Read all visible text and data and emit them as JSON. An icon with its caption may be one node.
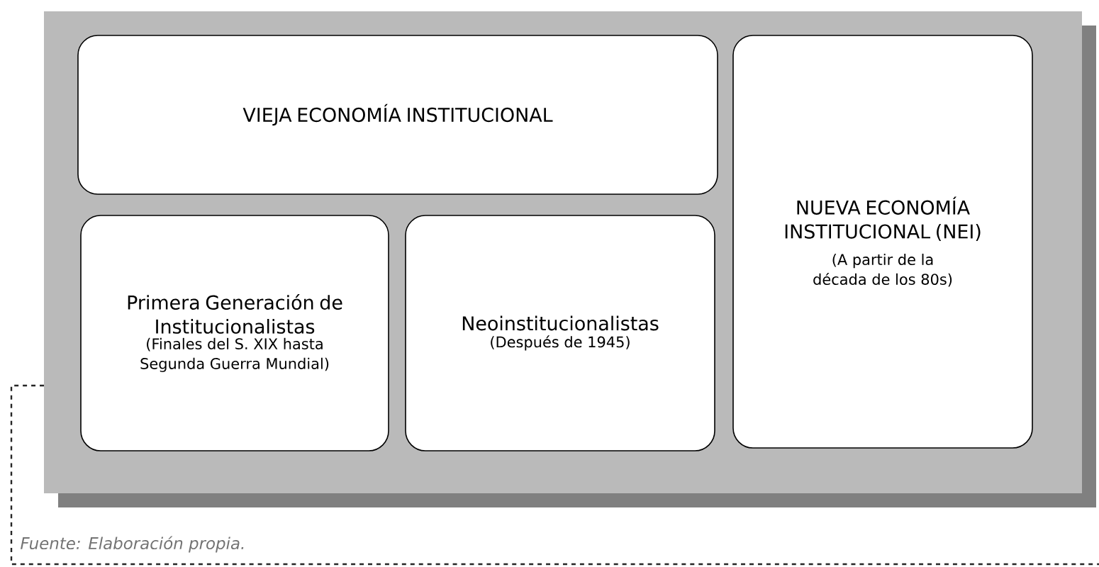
{
  "diagram": {
    "caption": "Fuente: Elaboración propia.",
    "nodes": [
      {
        "text": [
          "VIEJA ECONOMÍA INSTITUCIONAL"
        ]
      },
      {
        "text": [
          "Primera Generación de Institucionalistas",
          "(Finales del S. XIX hasta Segunda Guerra Mundial)"
        ]
      },
      {
        "text": [
          "Neoinstitucionalistas",
          "(Después de 1945)"
        ]
      },
      {
        "text": [
          "NUEVA ECONOMÍA INSTITUCIONAL (NEI)",
          "(A partir de la década de los 80s)"
        ]
      }
    ],
    "edges": []
  }
}
